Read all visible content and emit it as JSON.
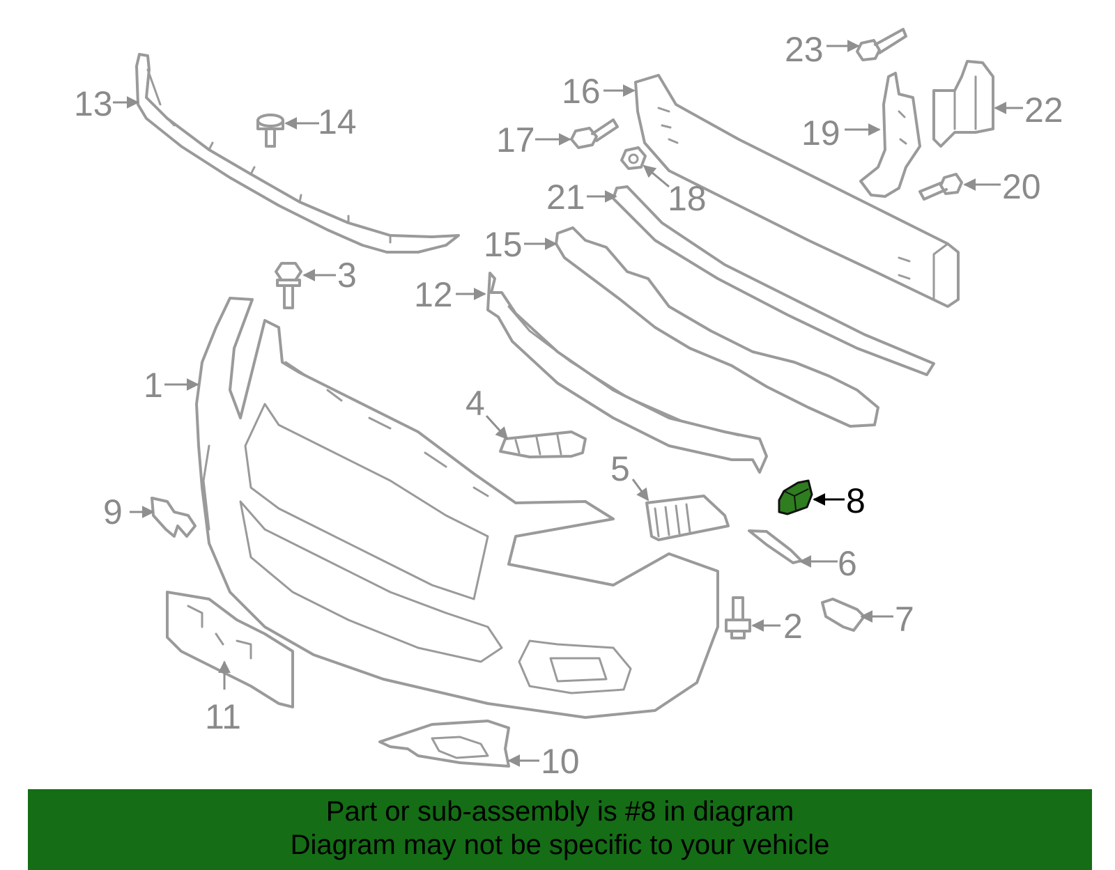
{
  "diagram": {
    "callouts": [
      {
        "id": "1",
        "label": "1"
      },
      {
        "id": "2",
        "label": "2"
      },
      {
        "id": "3",
        "label": "3"
      },
      {
        "id": "4",
        "label": "4"
      },
      {
        "id": "5",
        "label": "5"
      },
      {
        "id": "6",
        "label": "6"
      },
      {
        "id": "7",
        "label": "7"
      },
      {
        "id": "8",
        "label": "8"
      },
      {
        "id": "9",
        "label": "9"
      },
      {
        "id": "10",
        "label": "10"
      },
      {
        "id": "11",
        "label": "11"
      },
      {
        "id": "12",
        "label": "12"
      },
      {
        "id": "13",
        "label": "13"
      },
      {
        "id": "14",
        "label": "14"
      },
      {
        "id": "15",
        "label": "15"
      },
      {
        "id": "16",
        "label": "16"
      },
      {
        "id": "17",
        "label": "17"
      },
      {
        "id": "18",
        "label": "18"
      },
      {
        "id": "19",
        "label": "19"
      },
      {
        "id": "20",
        "label": "20"
      },
      {
        "id": "21",
        "label": "21"
      },
      {
        "id": "22",
        "label": "22"
      },
      {
        "id": "23",
        "label": "23"
      }
    ],
    "highlighted_part": "8",
    "highlight_color": "#2e7d1f",
    "line_color": "#9a9a9a"
  },
  "banner": {
    "line1": "Part or sub-assembly is #8 in diagram",
    "line2": "Diagram may not be specific to your vehicle",
    "background": "#156d16"
  }
}
